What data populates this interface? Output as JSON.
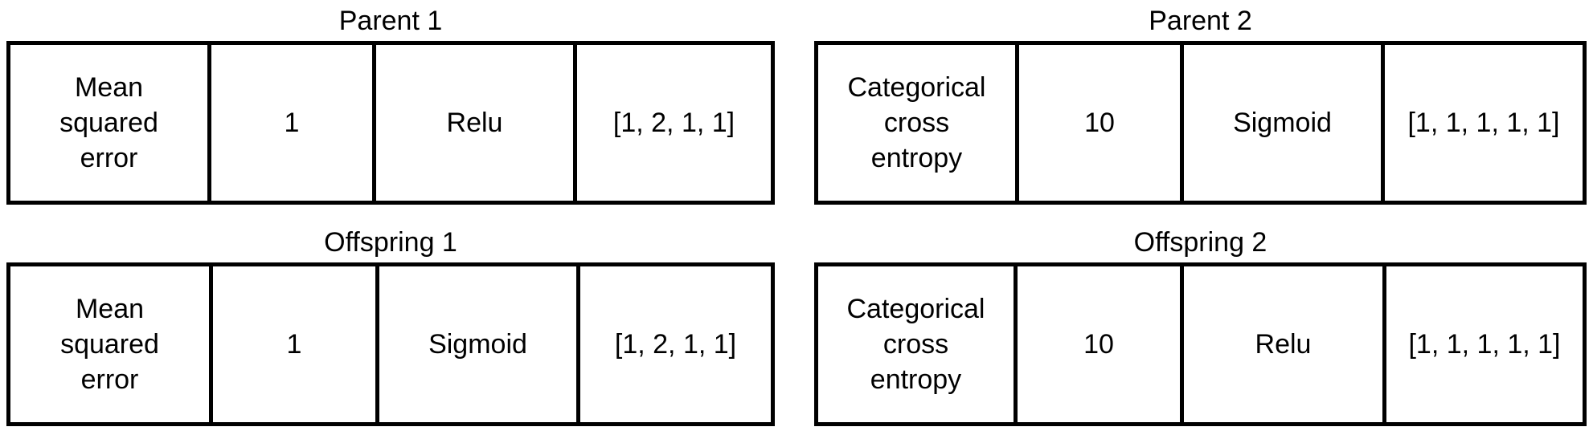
{
  "chromosomes": [
    {
      "title": "Parent 1",
      "genes": [
        "Mean\nsquared\nerror",
        "1",
        "Relu",
        "[1, 2, 1, 1]"
      ]
    },
    {
      "title": "Parent 2",
      "genes": [
        "Categorical\ncross\nentropy",
        "10",
        "Sigmoid",
        "[1, 1, 1, 1, 1]"
      ]
    },
    {
      "title": "Offspring 1",
      "genes": [
        "Mean\nsquared\nerror",
        "1",
        "Sigmoid",
        "[1, 2, 1, 1]"
      ]
    },
    {
      "title": "Offspring 2",
      "genes": [
        "Categorical\ncross\nentropy",
        "10",
        "Relu",
        "[1, 1, 1, 1, 1]"
      ]
    }
  ]
}
